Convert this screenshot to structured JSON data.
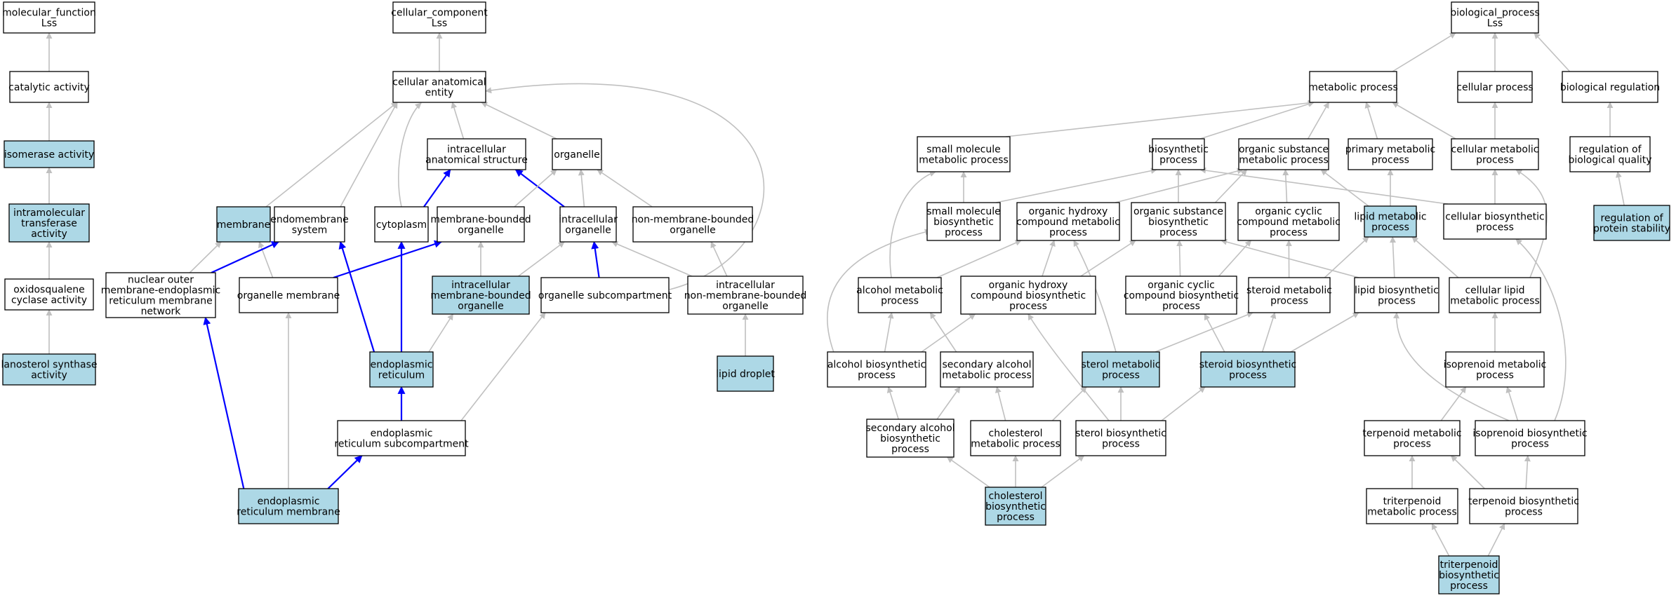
{
  "diagram": {
    "colors": {
      "highlight": "#add8e6",
      "node_border": "#000000",
      "edge_default": "#c0c0c0",
      "edge_highlight": "#0000ff"
    },
    "nodes": {
      "mf_root": {
        "lines": [
          "molecular_function",
          "Lss"
        ],
        "highlight": false
      },
      "catalytic": {
        "lines": [
          "catalytic activity"
        ],
        "highlight": false
      },
      "isomerase": {
        "lines": [
          "isomerase activity"
        ],
        "highlight": true
      },
      "intramolecular": {
        "lines": [
          "intramolecular",
          "transferase",
          "activity"
        ],
        "highlight": true
      },
      "oxidosqualene": {
        "lines": [
          "oxidosqualene",
          "cyclase activity"
        ],
        "highlight": false
      },
      "lanosterol": {
        "lines": [
          "lanosterol synthase",
          "activity"
        ],
        "highlight": true
      },
      "cc_root": {
        "lines": [
          "cellular_component",
          "Lss"
        ],
        "highlight": false
      },
      "cae": {
        "lines": [
          "cellular anatomical",
          "entity"
        ],
        "highlight": false
      },
      "ias": {
        "lines": [
          "intracellular",
          "anatomical structure"
        ],
        "highlight": false
      },
      "organelle": {
        "lines": [
          "organelle"
        ],
        "highlight": false
      },
      "membrane": {
        "lines": [
          "membrane"
        ],
        "highlight": true
      },
      "endomembrane": {
        "lines": [
          "endomembrane",
          "system"
        ],
        "highlight": false
      },
      "cytoplasm": {
        "lines": [
          "cytoplasm"
        ],
        "highlight": false
      },
      "mbo": {
        "lines": [
          "membrane-bounded",
          "organelle"
        ],
        "highlight": false
      },
      "io": {
        "lines": [
          "intracellular",
          "organelle"
        ],
        "highlight": false
      },
      "nmbo": {
        "lines": [
          "non-membrane-bounded",
          "organelle"
        ],
        "highlight": false
      },
      "nomerm": {
        "lines": [
          "nuclear outer",
          "membrane-endoplasmic",
          "reticulum membrane",
          "network"
        ],
        "highlight": false
      },
      "om": {
        "lines": [
          "organelle membrane"
        ],
        "highlight": false
      },
      "imbo": {
        "lines": [
          "intracellular",
          "membrane-bounded",
          "organelle"
        ],
        "highlight": true
      },
      "osc": {
        "lines": [
          "organelle subcompartment"
        ],
        "highlight": false
      },
      "inmbo": {
        "lines": [
          "intracellular",
          "non-membrane-bounded",
          "organelle"
        ],
        "highlight": false
      },
      "er": {
        "lines": [
          "endoplasmic",
          "reticulum"
        ],
        "highlight": true
      },
      "ld": {
        "lines": [
          "lipid droplet"
        ],
        "highlight": true
      },
      "ersub": {
        "lines": [
          "endoplasmic",
          "reticulum subcompartment"
        ],
        "highlight": false
      },
      "erm": {
        "lines": [
          "endoplasmic",
          "reticulum membrane"
        ],
        "highlight": true
      },
      "bp_root": {
        "lines": [
          "biological_process",
          "Lss"
        ],
        "highlight": false
      },
      "metab": {
        "lines": [
          "metabolic process"
        ],
        "highlight": false
      },
      "cellproc": {
        "lines": [
          "cellular process"
        ],
        "highlight": false
      },
      "bioreg": {
        "lines": [
          "biological regulation"
        ],
        "highlight": false
      },
      "smmp": {
        "lines": [
          "small molecule",
          "metabolic process"
        ],
        "highlight": false
      },
      "biosyn": {
        "lines": [
          "biosynthetic",
          "process"
        ],
        "highlight": false
      },
      "osmp": {
        "lines": [
          "organic substance",
          "metabolic process"
        ],
        "highlight": false
      },
      "pmp": {
        "lines": [
          "primary metabolic",
          "process"
        ],
        "highlight": false
      },
      "cmp": {
        "lines": [
          "cellular metabolic",
          "process"
        ],
        "highlight": false
      },
      "rbq": {
        "lines": [
          "regulation of",
          "biological quality"
        ],
        "highlight": false
      },
      "smbp": {
        "lines": [
          "small molecule",
          "biosynthetic",
          "process"
        ],
        "highlight": false
      },
      "ohcmp": {
        "lines": [
          "organic hydroxy",
          "compound metabolic",
          "process"
        ],
        "highlight": false
      },
      "osbp": {
        "lines": [
          "organic substance",
          "biosynthetic",
          "process"
        ],
        "highlight": false
      },
      "occmp": {
        "lines": [
          "organic cyclic",
          "compound metabolic",
          "process"
        ],
        "highlight": false
      },
      "lmp": {
        "lines": [
          "lipid metabolic",
          "process"
        ],
        "highlight": true
      },
      "cbp": {
        "lines": [
          "cellular biosynthetic",
          "process"
        ],
        "highlight": false
      },
      "rps": {
        "lines": [
          "regulation of",
          "protein stability"
        ],
        "highlight": true
      },
      "amp": {
        "lines": [
          "alcohol metabolic",
          "process"
        ],
        "highlight": false
      },
      "ohcbp": {
        "lines": [
          "organic hydroxy",
          "compound biosynthetic",
          "process"
        ],
        "highlight": false
      },
      "occbp": {
        "lines": [
          "organic cyclic",
          "compound biosynthetic",
          "process"
        ],
        "highlight": false
      },
      "stmp": {
        "lines": [
          "steroid metabolic",
          "process"
        ],
        "highlight": false
      },
      "lbp": {
        "lines": [
          "lipid biosynthetic",
          "process"
        ],
        "highlight": false
      },
      "clmp": {
        "lines": [
          "cellular lipid",
          "metabolic process"
        ],
        "highlight": false
      },
      "abp": {
        "lines": [
          "alcohol biosynthetic",
          "process"
        ],
        "highlight": false
      },
      "samp": {
        "lines": [
          "secondary alcohol",
          "metabolic process"
        ],
        "highlight": false
      },
      "sterolmp": {
        "lines": [
          "sterol metabolic",
          "process"
        ],
        "highlight": true
      },
      "stbp": {
        "lines": [
          "steroid biosynthetic",
          "process"
        ],
        "highlight": true
      },
      "ipmp": {
        "lines": [
          "isoprenoid metabolic",
          "process"
        ],
        "highlight": false
      },
      "sabp": {
        "lines": [
          "secondary alcohol",
          "biosynthetic",
          "process"
        ],
        "highlight": false
      },
      "cholmp": {
        "lines": [
          "cholesterol",
          "metabolic process"
        ],
        "highlight": false
      },
      "sterolbp": {
        "lines": [
          "sterol biosynthetic",
          "process"
        ],
        "highlight": false
      },
      "terpmp": {
        "lines": [
          "terpenoid metabolic",
          "process"
        ],
        "highlight": false
      },
      "ipbp": {
        "lines": [
          "isoprenoid biosynthetic",
          "process"
        ],
        "highlight": false
      },
      "cholbp": {
        "lines": [
          "cholesterol",
          "biosynthetic",
          "process"
        ],
        "highlight": true
      },
      "tritermp": {
        "lines": [
          "triterpenoid",
          "metabolic process"
        ],
        "highlight": false
      },
      "terpbp": {
        "lines": [
          "terpenoid biosynthetic",
          "process"
        ],
        "highlight": false
      },
      "triterbp": {
        "lines": [
          "triterpenoid",
          "biosynthetic",
          "process"
        ],
        "highlight": true
      }
    },
    "edges": [
      {
        "child": "catalytic",
        "parent": "mf_root",
        "highlight": false
      },
      {
        "child": "isomerase",
        "parent": "catalytic",
        "highlight": false
      },
      {
        "child": "intramolecular",
        "parent": "isomerase",
        "highlight": false
      },
      {
        "child": "oxidosqualene",
        "parent": "intramolecular",
        "highlight": false
      },
      {
        "child": "lanosterol",
        "parent": "oxidosqualene",
        "highlight": false
      },
      {
        "child": "cae",
        "parent": "cc_root",
        "highlight": false
      },
      {
        "child": "ias",
        "parent": "cae",
        "highlight": false
      },
      {
        "child": "organelle",
        "parent": "cae",
        "highlight": false
      },
      {
        "child": "membrane",
        "parent": "cae",
        "highlight": false
      },
      {
        "child": "endomembrane",
        "parent": "cae",
        "highlight": false
      },
      {
        "child": "cytoplasm",
        "parent": "cae",
        "highlight": false
      },
      {
        "child": "osc",
        "parent": "cae",
        "highlight": false
      },
      {
        "child": "cytoplasm",
        "parent": "ias",
        "highlight": true
      },
      {
        "child": "io",
        "parent": "ias",
        "highlight": true
      },
      {
        "child": "mbo",
        "parent": "organelle",
        "highlight": false
      },
      {
        "child": "io",
        "parent": "organelle",
        "highlight": false
      },
      {
        "child": "nmbo",
        "parent": "organelle",
        "highlight": false
      },
      {
        "child": "nomerm",
        "parent": "membrane",
        "highlight": false
      },
      {
        "child": "om",
        "parent": "membrane",
        "highlight": false
      },
      {
        "child": "nomerm",
        "parent": "endomembrane",
        "highlight": true
      },
      {
        "child": "er",
        "parent": "endomembrane",
        "highlight": true
      },
      {
        "child": "er",
        "parent": "cytoplasm",
        "highlight": true
      },
      {
        "child": "om",
        "parent": "mbo",
        "highlight": true
      },
      {
        "child": "imbo",
        "parent": "mbo",
        "highlight": false
      },
      {
        "child": "imbo",
        "parent": "io",
        "highlight": false
      },
      {
        "child": "osc",
        "parent": "io",
        "highlight": true
      },
      {
        "child": "inmbo",
        "parent": "io",
        "highlight": false
      },
      {
        "child": "inmbo",
        "parent": "nmbo",
        "highlight": false
      },
      {
        "child": "er",
        "parent": "imbo",
        "highlight": false
      },
      {
        "child": "ersub",
        "parent": "osc",
        "highlight": false
      },
      {
        "child": "ld",
        "parent": "inmbo",
        "highlight": false
      },
      {
        "child": "ersub",
        "parent": "er",
        "highlight": true
      },
      {
        "child": "erm",
        "parent": "nomerm",
        "highlight": true
      },
      {
        "child": "erm",
        "parent": "om",
        "highlight": false
      },
      {
        "child": "erm",
        "parent": "ersub",
        "highlight": true
      },
      {
        "child": "metab",
        "parent": "bp_root",
        "highlight": false
      },
      {
        "child": "cellproc",
        "parent": "bp_root",
        "highlight": false
      },
      {
        "child": "bioreg",
        "parent": "bp_root",
        "highlight": false
      },
      {
        "child": "smmp",
        "parent": "metab",
        "highlight": false
      },
      {
        "child": "biosyn",
        "parent": "metab",
        "highlight": false
      },
      {
        "child": "osmp",
        "parent": "metab",
        "highlight": false
      },
      {
        "child": "pmp",
        "parent": "metab",
        "highlight": false
      },
      {
        "child": "cmp",
        "parent": "metab",
        "highlight": false
      },
      {
        "child": "cmp",
        "parent": "cellproc",
        "highlight": false
      },
      {
        "child": "rbq",
        "parent": "bioreg",
        "highlight": false
      },
      {
        "child": "rps",
        "parent": "rbq",
        "highlight": false
      },
      {
        "child": "smbp",
        "parent": "smmp",
        "highlight": false
      },
      {
        "child": "amp",
        "parent": "smmp",
        "highlight": false
      },
      {
        "child": "smbp",
        "parent": "biosyn",
        "highlight": false
      },
      {
        "child": "osbp",
        "parent": "biosyn",
        "highlight": false
      },
      {
        "child": "cbp",
        "parent": "biosyn",
        "highlight": false
      },
      {
        "child": "ohcmp",
        "parent": "osmp",
        "highlight": false
      },
      {
        "child": "osbp",
        "parent": "osmp",
        "highlight": false
      },
      {
        "child": "occmp",
        "parent": "osmp",
        "highlight": false
      },
      {
        "child": "lmp",
        "parent": "osmp",
        "highlight": false
      },
      {
        "child": "lmp",
        "parent": "pmp",
        "highlight": false
      },
      {
        "child": "cbp",
        "parent": "cmp",
        "highlight": false
      },
      {
        "child": "clmp",
        "parent": "cmp",
        "highlight": false
      },
      {
        "child": "amp",
        "parent": "ohcmp",
        "highlight": false
      },
      {
        "child": "ohcbp",
        "parent": "ohcmp",
        "highlight": false
      },
      {
        "child": "sterolmp",
        "parent": "ohcmp",
        "highlight": false
      },
      {
        "child": "ohcbp",
        "parent": "osbp",
        "highlight": false
      },
      {
        "child": "occbp",
        "parent": "osbp",
        "highlight": false
      },
      {
        "child": "lbp",
        "parent": "osbp",
        "highlight": false
      },
      {
        "child": "occbp",
        "parent": "occmp",
        "highlight": false
      },
      {
        "child": "stmp",
        "parent": "occmp",
        "highlight": false
      },
      {
        "child": "stmp",
        "parent": "lmp",
        "highlight": false
      },
      {
        "child": "lbp",
        "parent": "lmp",
        "highlight": false
      },
      {
        "child": "clmp",
        "parent": "lmp",
        "highlight": false
      },
      {
        "child": "ipbp",
        "parent": "cbp",
        "highlight": false
      },
      {
        "child": "abp",
        "parent": "amp",
        "highlight": false
      },
      {
        "child": "samp",
        "parent": "amp",
        "highlight": false
      },
      {
        "child": "abp",
        "parent": "ohcbp",
        "highlight": false
      },
      {
        "child": "sterolbp",
        "parent": "ohcbp",
        "highlight": false
      },
      {
        "child": "stbp",
        "parent": "occbp",
        "highlight": false
      },
      {
        "child": "sterolmp",
        "parent": "stmp",
        "highlight": false
      },
      {
        "child": "stbp",
        "parent": "stmp",
        "highlight": false
      },
      {
        "child": "stbp",
        "parent": "lbp",
        "highlight": false
      },
      {
        "child": "ipbp",
        "parent": "lbp",
        "highlight": false
      },
      {
        "child": "ipmp",
        "parent": "clmp",
        "highlight": false
      },
      {
        "child": "abp",
        "parent": "smbp",
        "highlight": false
      },
      {
        "child": "sabp",
        "parent": "abp",
        "highlight": false
      },
      {
        "child": "sabp",
        "parent": "samp",
        "highlight": false
      },
      {
        "child": "cholmp",
        "parent": "samp",
        "highlight": false
      },
      {
        "child": "cholmp",
        "parent": "sterolmp",
        "highlight": false
      },
      {
        "child": "sterolbp",
        "parent": "sterolmp",
        "highlight": false
      },
      {
        "child": "sterolbp",
        "parent": "stbp",
        "highlight": false
      },
      {
        "child": "terpmp",
        "parent": "ipmp",
        "highlight": false
      },
      {
        "child": "ipbp",
        "parent": "ipmp",
        "highlight": false
      },
      {
        "child": "cholbp",
        "parent": "sabp",
        "highlight": false
      },
      {
        "child": "cholbp",
        "parent": "cholmp",
        "highlight": false
      },
      {
        "child": "cholbp",
        "parent": "sterolbp",
        "highlight": false
      },
      {
        "child": "tritermp",
        "parent": "terpmp",
        "highlight": false
      },
      {
        "child": "terpbp",
        "parent": "terpmp",
        "highlight": false
      },
      {
        "child": "terpbp",
        "parent": "ipbp",
        "highlight": false
      },
      {
        "child": "triterbp",
        "parent": "tritermp",
        "highlight": false
      },
      {
        "child": "triterbp",
        "parent": "terpbp",
        "highlight": false
      }
    ]
  }
}
